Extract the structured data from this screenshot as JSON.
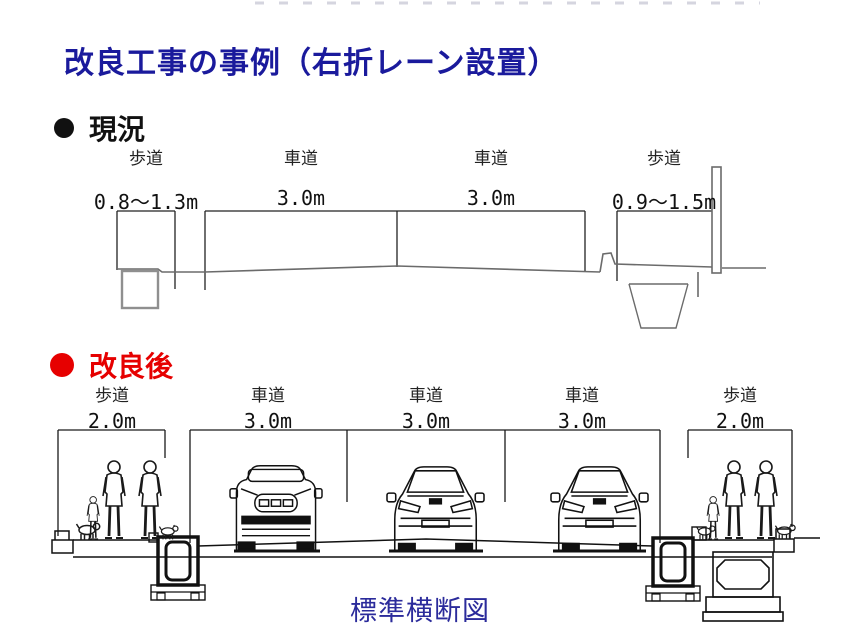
{
  "title": {
    "text": "改良工事の事例（右折レーン設置）",
    "color": "#1a1a9c"
  },
  "caption": {
    "text": "標準横断図",
    "color": "#2b2b9b"
  },
  "colors": {
    "accent_red": "#e60000",
    "heading_black": "#111111",
    "line_gray": "#6b6b6b",
    "line_black": "#1a1a1a"
  },
  "sections": {
    "current": {
      "heading": "現況",
      "bullet_icon": "●",
      "lanes": [
        {
          "label": "歩道",
          "dim": "0.8～1.3m"
        },
        {
          "label": "車道",
          "dim": "3.0m"
        },
        {
          "label": "車道",
          "dim": "3.0m"
        },
        {
          "label": "歩道",
          "dim": "0.9～1.5m"
        }
      ]
    },
    "improved": {
      "heading": "改良後",
      "bullet_icon": "●",
      "lanes": [
        {
          "label": "歩道",
          "dim": "2.0m"
        },
        {
          "label": "車道",
          "dim": "3.0m"
        },
        {
          "label": "車道",
          "dim": "3.0m"
        },
        {
          "label": "車道",
          "dim": "3.0m"
        },
        {
          "label": "歩道",
          "dim": "2.0m"
        }
      ]
    }
  }
}
